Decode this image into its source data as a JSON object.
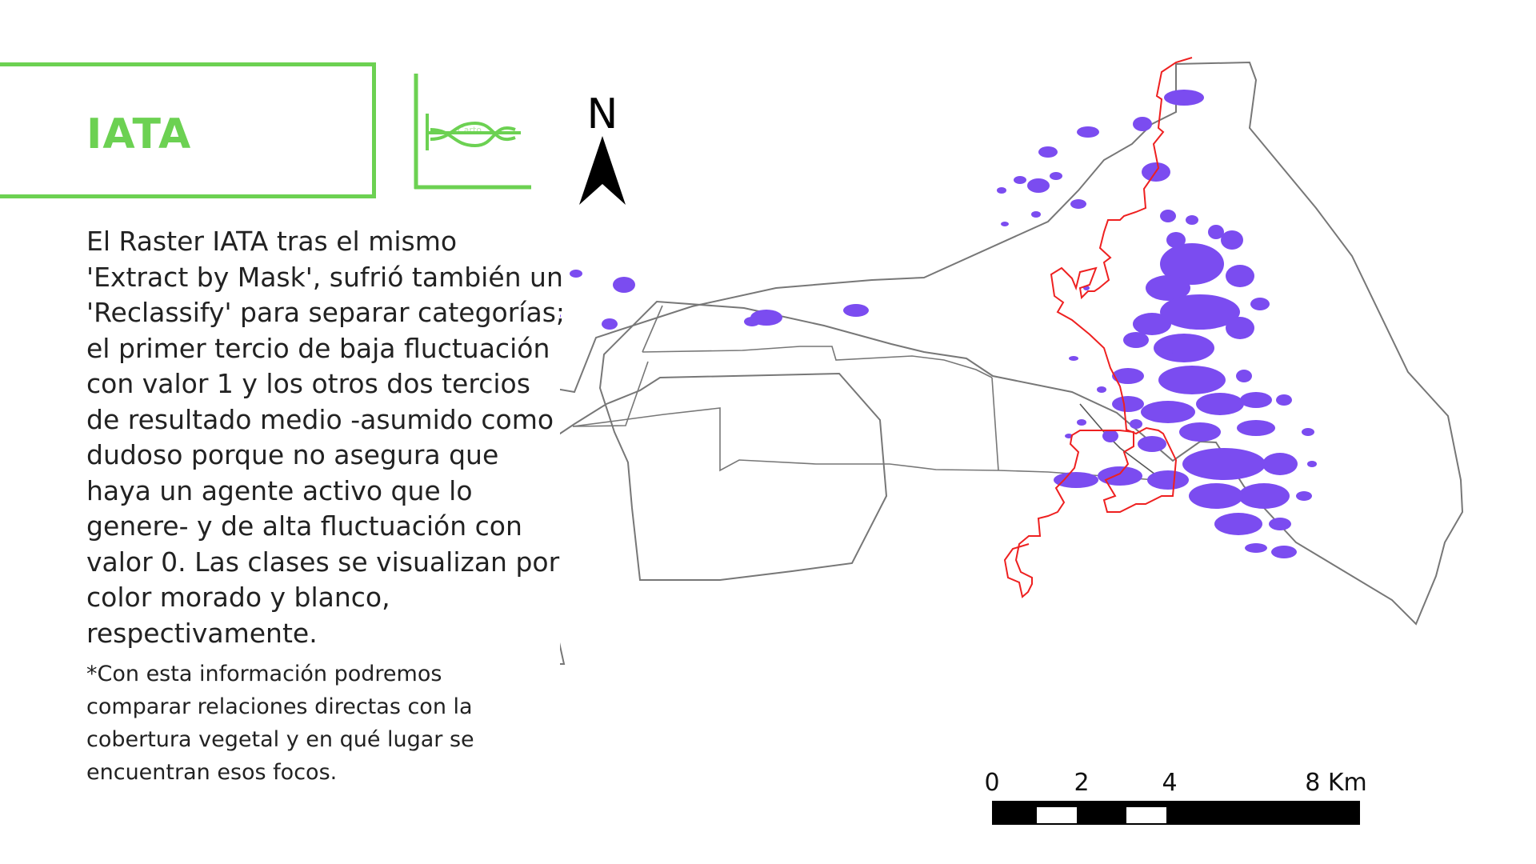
{
  "title": "IATA",
  "logo_label": "Carto",
  "description": "El Raster IATA tras el mismo 'Extract by Mask', sufrió también un 'Reclassify' para separar categorías; el primer tercio de baja fluctuación con valor 1 y los otros dos tercios de resultado medio -asumido como dudoso porque no asegura que haya un agente activo que lo genere- y de alta fluctuación con valor 0. Las clases se visualizan por color morado y blanco, respectivamente.",
  "note": "*Con esta información podremos comparar relaciones directas con la cobertura vegetal y en qué lugar se encuentran esos focos.",
  "north_label": "N",
  "scale_bar": {
    "labels": [
      "0",
      "2",
      "4",
      "8 Km"
    ],
    "values": [
      0,
      2,
      4,
      8
    ]
  },
  "colors": {
    "accent_green": "#6cd152",
    "purple_class": "#7b4cf0",
    "boundary_red": "#ee2020",
    "boundary_gray": "#777777"
  },
  "map_legend_classes": {
    "purple": "valor 1",
    "white": "valor 0"
  }
}
